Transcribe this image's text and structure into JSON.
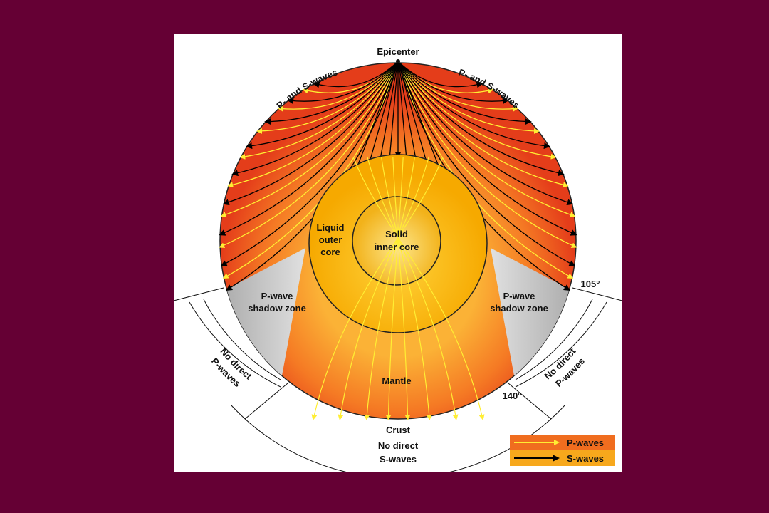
{
  "labels": {
    "epicenter": "Epicenter",
    "ps_left": "P- and S-waves",
    "ps_right": "P- and S-waves",
    "outer_core_1": "Liquid",
    "outer_core_2": "outer",
    "outer_core_3": "core",
    "inner_core_1": "Solid",
    "inner_core_2": "inner core",
    "shadow_left_1": "P-wave",
    "shadow_left_2": "shadow zone",
    "shadow_right_1": "P-wave",
    "shadow_right_2": "shadow zone",
    "no_direct_p_left_1": "No direct",
    "no_direct_p_left_2": "P-waves",
    "no_direct_p_right_1": "No direct",
    "no_direct_p_right_2": "P-waves",
    "mantle": "Mantle",
    "crust": "Crust",
    "no_direct_s_1": "No direct",
    "no_direct_s_2": "S-waves",
    "angle_105": "105°",
    "angle_140": "140°"
  },
  "legend": {
    "p_waves": "P-waves",
    "s_waves": "S-waves"
  },
  "colors": {
    "background": "#650034",
    "panel": "#ffffff",
    "mantle_outer": "#e8481c",
    "mantle_inner": "#f8a030",
    "outer_core": "#f7b400",
    "inner_core": "#f4c23a",
    "shadow_zone": "#c8c8c8",
    "p_wave": "#ffee33",
    "s_wave": "#000000"
  }
}
